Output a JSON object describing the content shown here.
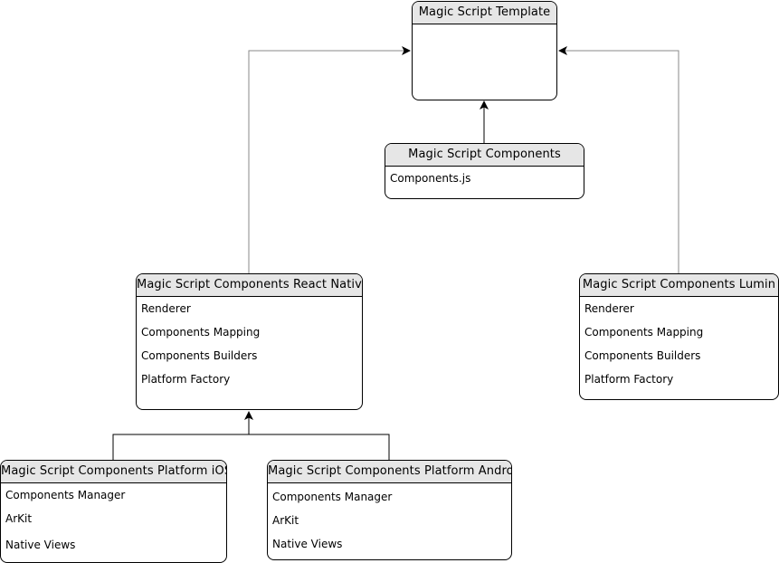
{
  "diagram": {
    "boxes": {
      "template": {
        "title": "Magic Script Template",
        "items": []
      },
      "components": {
        "title": "Magic Script Components",
        "items": [
          "Components.js"
        ]
      },
      "react_native": {
        "title": "Magic Script Components React Native",
        "items": [
          "Renderer",
          "Components Mapping",
          "Components Builders",
          "Platform Factory"
        ]
      },
      "lumin": {
        "title": "Magic Script Components Lumin",
        "items": [
          "Renderer",
          "Components Mapping",
          "Components Builders",
          "Platform Factory"
        ]
      },
      "ios": {
        "title": "Magic Script Components Platform iOS",
        "items": [
          "Components Manager",
          "ArKit",
          "Native Views"
        ]
      },
      "android": {
        "title": "Magic Script Components Platform Android",
        "items": [
          "Components Manager",
          "ArKit",
          "Native Views"
        ]
      }
    },
    "colors": {
      "header_fill": "#e6e6e6",
      "border": "#000000",
      "thin_connector": "#777777"
    }
  }
}
